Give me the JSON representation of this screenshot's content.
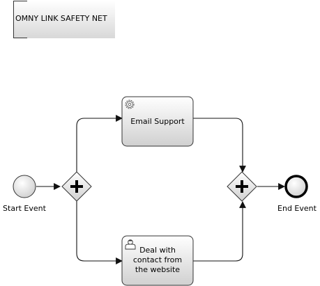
{
  "annotation": {
    "text": "OMNY LINK SAFETY NET"
  },
  "events": {
    "start": {
      "label": "Start Event"
    },
    "end": {
      "label": "End Event"
    }
  },
  "tasks": {
    "email": {
      "label_lines": [
        "Email Support"
      ],
      "type_icon": "gear-icon"
    },
    "deal": {
      "label_lines": [
        "Deal with",
        "contact from",
        "the website"
      ],
      "type_icon": "user-icon"
    }
  },
  "gateways": {
    "split": {
      "type": "parallel",
      "icon": "plus-icon"
    },
    "join": {
      "type": "parallel",
      "icon": "plus-icon"
    }
  },
  "colors": {
    "stroke": "#222222",
    "fill_top": "#ffffff",
    "fill_bottom": "#d0d0d0"
  }
}
